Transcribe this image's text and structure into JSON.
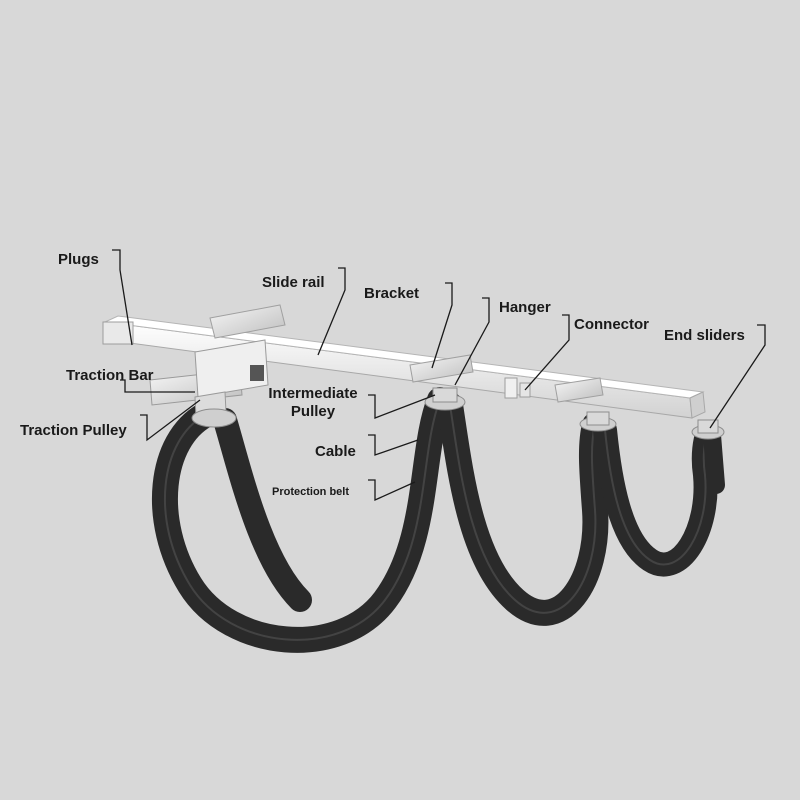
{
  "labels": {
    "plugs": "Plugs",
    "slide_rail": "Slide rail",
    "bracket": "Bracket",
    "hanger": "Hanger",
    "connector": "Connector",
    "end_sliders": "End sliders",
    "traction_bar": "Traction Bar",
    "traction_pulley": "Traction Pulley",
    "intermediate_pulley": "Intermediate Pulley",
    "cable": "Cable",
    "protection_belt": "Protection belt"
  },
  "colors": {
    "background": "#d8d8d8",
    "rail": "#f2f2f2",
    "rail_edge": "#b0b0b0",
    "cable": "#3a3a3a",
    "cable_dark": "#222222",
    "leader": "#1a1a1a"
  }
}
